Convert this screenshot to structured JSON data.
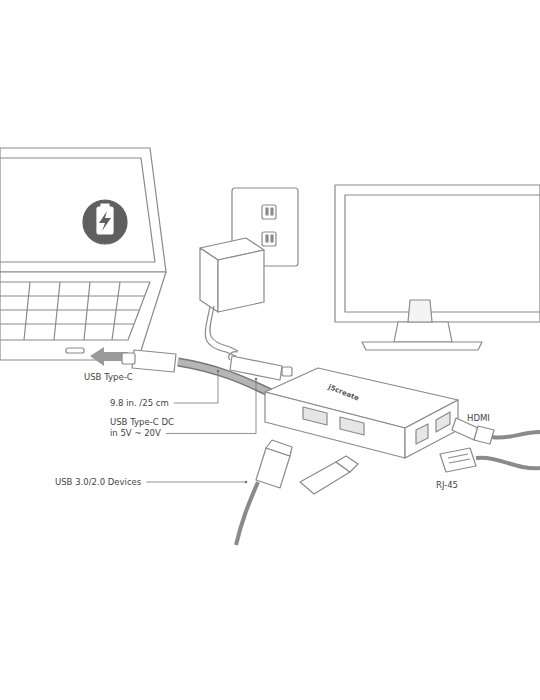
{
  "diagram": {
    "labels": [
      "USB Type-C",
      "9.8 in. /25 cm",
      "USB Type-C DC in 5V ~ 20V",
      "USB 3.0/2.0 Devices",
      "HDMI",
      "RJ-45",
      "j5create"
    ]
  }
}
